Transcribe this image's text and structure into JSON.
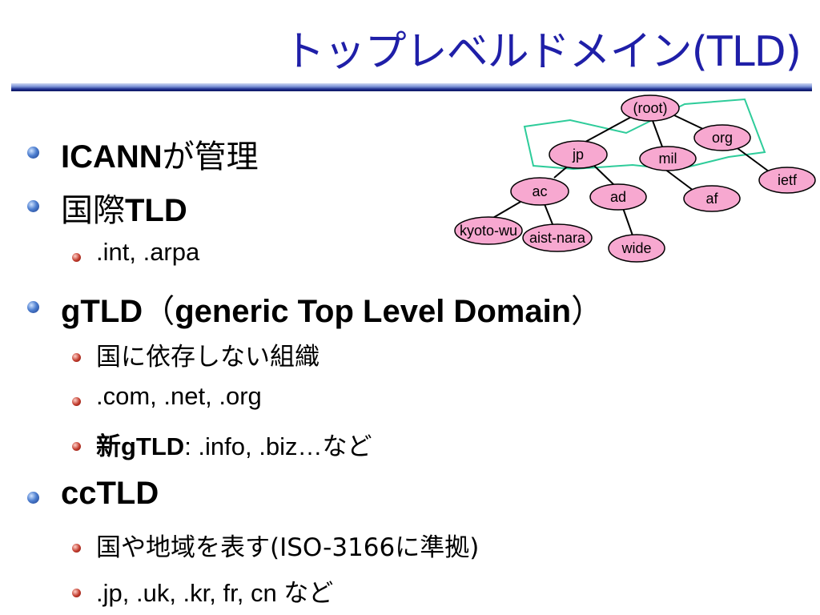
{
  "title": "トップレベルドメイン(TLD)",
  "bullets": {
    "icann": {
      "en": "ICANN",
      "jp": "が管理"
    },
    "intl": {
      "jp": "国際",
      "en": "TLD"
    },
    "intl_sub": ".int, .arpa",
    "gtld": {
      "a": "gTLD",
      "b": "（",
      "c": "generic Top Level Domain",
      "d": "）"
    },
    "gtld_sub1": "国に依存しない組織",
    "gtld_sub2": ".com, .net, .org",
    "gtld_sub3": {
      "jp": "新",
      "bold": "gTLD",
      "rest": ": .info, .biz…など"
    },
    "cctld": "ccTLD",
    "cctld_sub1": "国や地域を表す(ISO-3166に準拠)",
    "cctld_sub2": ".jp, .uk, .kr, fr, cn など"
  },
  "tree": {
    "root": "(root)",
    "org": "org",
    "jp": "jp",
    "mil": "mil",
    "ietf": "ietf",
    "ac": "ac",
    "ad": "ad",
    "af": "af",
    "kyoto": "kyoto-wu",
    "aist": "aist-nara",
    "wide": "wide",
    "colors": {
      "node_fill": "#f7a8d0",
      "node_stroke": "#000000",
      "outline": "#2ecc9a"
    }
  }
}
